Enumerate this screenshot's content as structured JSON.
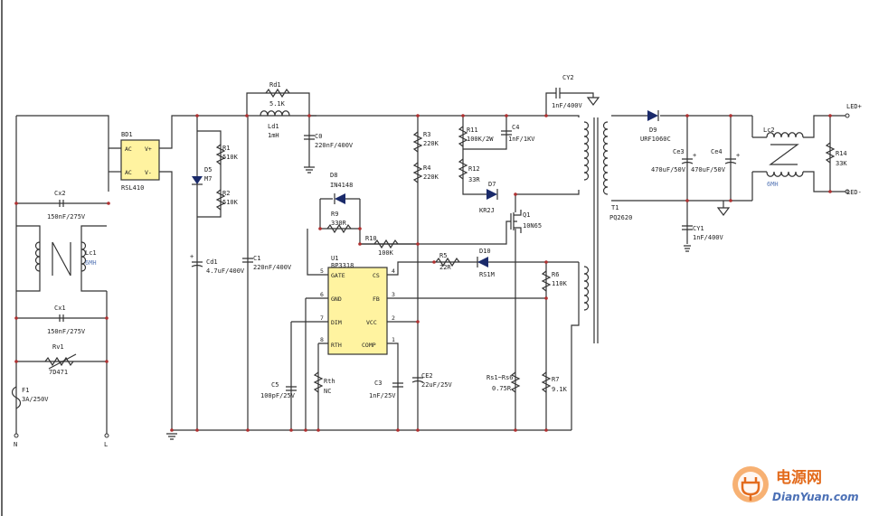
{
  "components": {
    "bd1": {
      "ref": "BD1",
      "part": "RSL410",
      "ac": "AC",
      "vp": "V+",
      "vm": "V-"
    },
    "u1": {
      "ref": "U1",
      "part": "BP3318",
      "pins": {
        "gate": "GATE",
        "gnd": "GND",
        "dim": "DIM",
        "rth": "RTH",
        "cs": "CS",
        "fb": "FB",
        "vcc": "VCC",
        "comp": "COMP",
        "n5": "5",
        "n6": "6",
        "n7": "7",
        "n8": "8",
        "n4": "4",
        "n3": "3",
        "n2": "2",
        "n1": "1"
      }
    },
    "rd1": {
      "ref": "Rd1",
      "value": "5.1K"
    },
    "ld1": {
      "ref": "Ld1",
      "value": "1mH"
    },
    "c0": {
      "ref": "C0",
      "value": "220nF/400V"
    },
    "cd1": {
      "ref": "Cd1",
      "value": "4.7uF/400V"
    },
    "c1": {
      "ref": "C1",
      "value": "220nF/400V"
    },
    "r1": {
      "ref": "R1",
      "value": "510K"
    },
    "r2": {
      "ref": "R2",
      "value": "510K"
    },
    "d5": {
      "ref": "D5",
      "value": "M7"
    },
    "cx2": {
      "ref": "Cx2",
      "value": "150nF/275V"
    },
    "cx1": {
      "ref": "Cx1",
      "value": "150nF/275V"
    },
    "lc1": {
      "ref": "Lc1",
      "value": "6MH"
    },
    "rv1": {
      "ref": "Rv1",
      "value": "7D471"
    },
    "f1": {
      "ref": "F1",
      "value": "3A/250V"
    },
    "d8": {
      "ref": "D8",
      "value": "IN4148"
    },
    "r9": {
      "ref": "R9",
      "value": "330R"
    },
    "r10": {
      "ref": "R10",
      "value": "100K"
    },
    "r3": {
      "ref": "R3",
      "value": "220K"
    },
    "r4": {
      "ref": "R4",
      "value": "220K"
    },
    "r11": {
      "ref": "R11",
      "value": "100K/2W"
    },
    "c4": {
      "ref": "C4",
      "value": "1nF/1KV"
    },
    "r12": {
      "ref": "R12",
      "value": "33R"
    },
    "d7": {
      "ref": "D7",
      "value": "KR2J"
    },
    "q1": {
      "ref": "Q1",
      "value": "10N65"
    },
    "r5": {
      "ref": "R5",
      "value": "22R"
    },
    "d10": {
      "ref": "D10",
      "value": "RS1M"
    },
    "r6": {
      "ref": "R6",
      "value": "110K"
    },
    "r7": {
      "ref": "R7",
      "value": "9.1K"
    },
    "rs": {
      "ref": "Rs1~Rs6",
      "value": "0.75R"
    },
    "ce2": {
      "ref": "CE2",
      "value": "22uF/25V"
    },
    "c3": {
      "ref": "C3",
      "value": "1nF/25V"
    },
    "c5": {
      "ref": "C5",
      "value": "100pF/25V"
    },
    "rth": {
      "ref": "Rth",
      "value": "NC"
    },
    "cy2": {
      "ref": "CY2",
      "value": "1nF/400V"
    },
    "t1": {
      "ref": "T1",
      "value": "PQ2620"
    },
    "d9": {
      "ref": "D9",
      "value": "URF1060C"
    },
    "ce3": {
      "ref": "Ce3",
      "value": "470uF/50V"
    },
    "ce4": {
      "ref": "Ce4",
      "value": "470uF/50V"
    },
    "cy1": {
      "ref": "CY1",
      "value": "1nF/400V"
    },
    "lc2": {
      "ref": "Lc2",
      "value": "6MH"
    },
    "r14": {
      "ref": "R14",
      "value": "33K"
    }
  },
  "terminals": {
    "n": "N",
    "l": "L",
    "led_plus": "LED+",
    "led_minus": "LED-"
  },
  "watermark": {
    "cn": "电源网",
    "en": "DianYuan.com"
  },
  "colors": {
    "wire": "#333333",
    "junction": "#b03030",
    "chip_fill": "#fff3a0",
    "logo_orange": "#e36b1c",
    "logo_blue": "#4a6fb5"
  }
}
